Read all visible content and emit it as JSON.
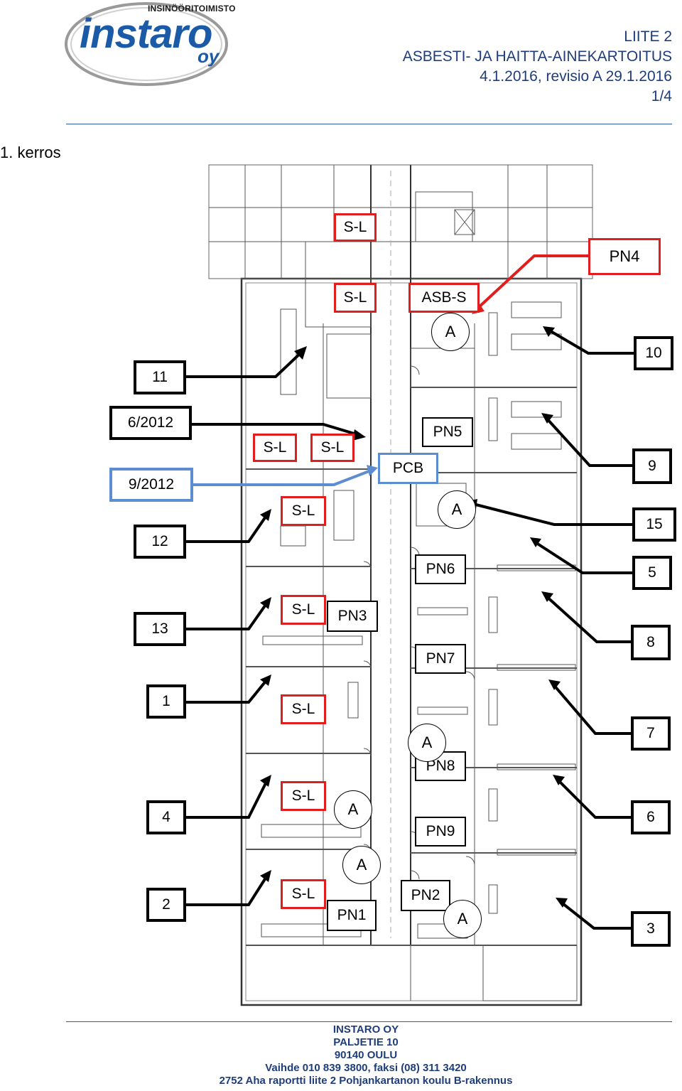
{
  "logo": {
    "company_type": "INSINÖÖRITOIMISTO",
    "name": "instaro",
    "suffix": "oy"
  },
  "header": {
    "line1": "LIITE 2",
    "line2": "ASBESTI- JA HAITTA-AINEKARTOITUS",
    "line3": "4.1.2016, revisio A 29.1.2016",
    "line4": "1/4"
  },
  "floor_title": "1. kerros",
  "labels": {
    "sl": "S-L",
    "asb_s": "ASB-S",
    "pcb": "PCB",
    "a": "A",
    "pn1": "PN1",
    "pn2": "PN2",
    "pn3": "PN3",
    "pn4": "PN4",
    "pn5": "PN5",
    "pn6": "PN6",
    "pn7": "PN7",
    "pn8": "PN8",
    "pn9": "PN9",
    "date1": "6/2012",
    "date2": "9/2012",
    "n1": "1",
    "n2": "2",
    "n3": "3",
    "n4": "4",
    "n5": "5",
    "n6": "6",
    "n7": "7",
    "n8": "8",
    "n9": "9",
    "n10": "10",
    "n11": "11",
    "n12": "12",
    "n13": "13",
    "n15": "15"
  },
  "footer": {
    "line1": "INSTARO OY",
    "line2": "PALJETIE 10",
    "line3": "90140 OULU",
    "line4": "Vaihde 010 839 3800, faksi (08) 311 3420",
    "line5": "2752 Aha raportti liite 2 Pohjankartanon koulu B-rakennus"
  },
  "colors": {
    "brand_blue": "#1b5aa6",
    "header_blue": "#1f3d7a",
    "marker_red": "#e01e1e",
    "marker_blue": "#5b8dd0"
  }
}
